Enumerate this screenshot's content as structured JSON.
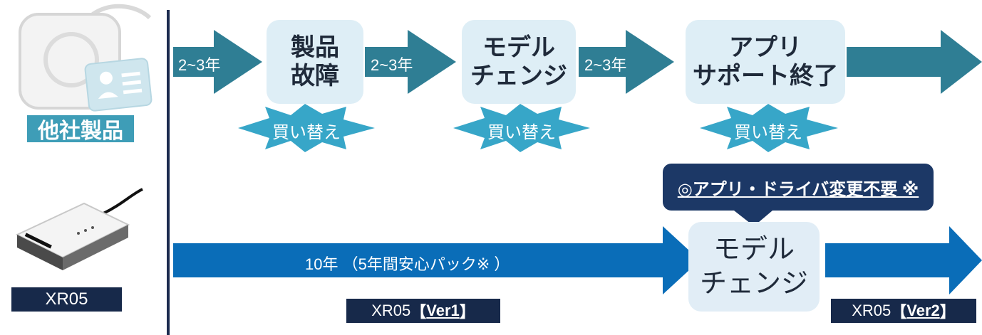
{
  "top_row": {
    "products_label": "他社製品",
    "arrows": [
      "2~3年",
      "2~3年",
      "2~3年"
    ],
    "stages": [
      {
        "lines": [
          "製品",
          "故障"
        ]
      },
      {
        "lines": [
          "モデル",
          "チェンジ"
        ]
      },
      {
        "lines": [
          "アプリ",
          "サポート終了"
        ]
      }
    ],
    "bursts": [
      "買い替え",
      "買い替え",
      "買い替え"
    ]
  },
  "bottom_row": {
    "device_label": "XR05",
    "main_arrow": "10年 （5年間安心パック※ ）",
    "stage": {
      "lines": [
        "モデル",
        "チェンジ"
      ]
    },
    "note": "◎アプリ・ドライバ変更不要 ※",
    "version_tags": [
      {
        "prefix": "XR05",
        "open": "【",
        "ver": "Ver1",
        "close": "】"
      },
      {
        "prefix": "XR05",
        "open": "【",
        "ver": "Ver2",
        "close": "】"
      }
    ]
  },
  "colors": {
    "teal_arrow": "#2f7e94",
    "blue_arrow": "#0a6db8",
    "stage_fill": "#deeef6",
    "burst_fill": "#37a6c8",
    "navy_tag": "#17294a",
    "note_fill": "#1c3866",
    "divider": "#1c2b4f"
  }
}
